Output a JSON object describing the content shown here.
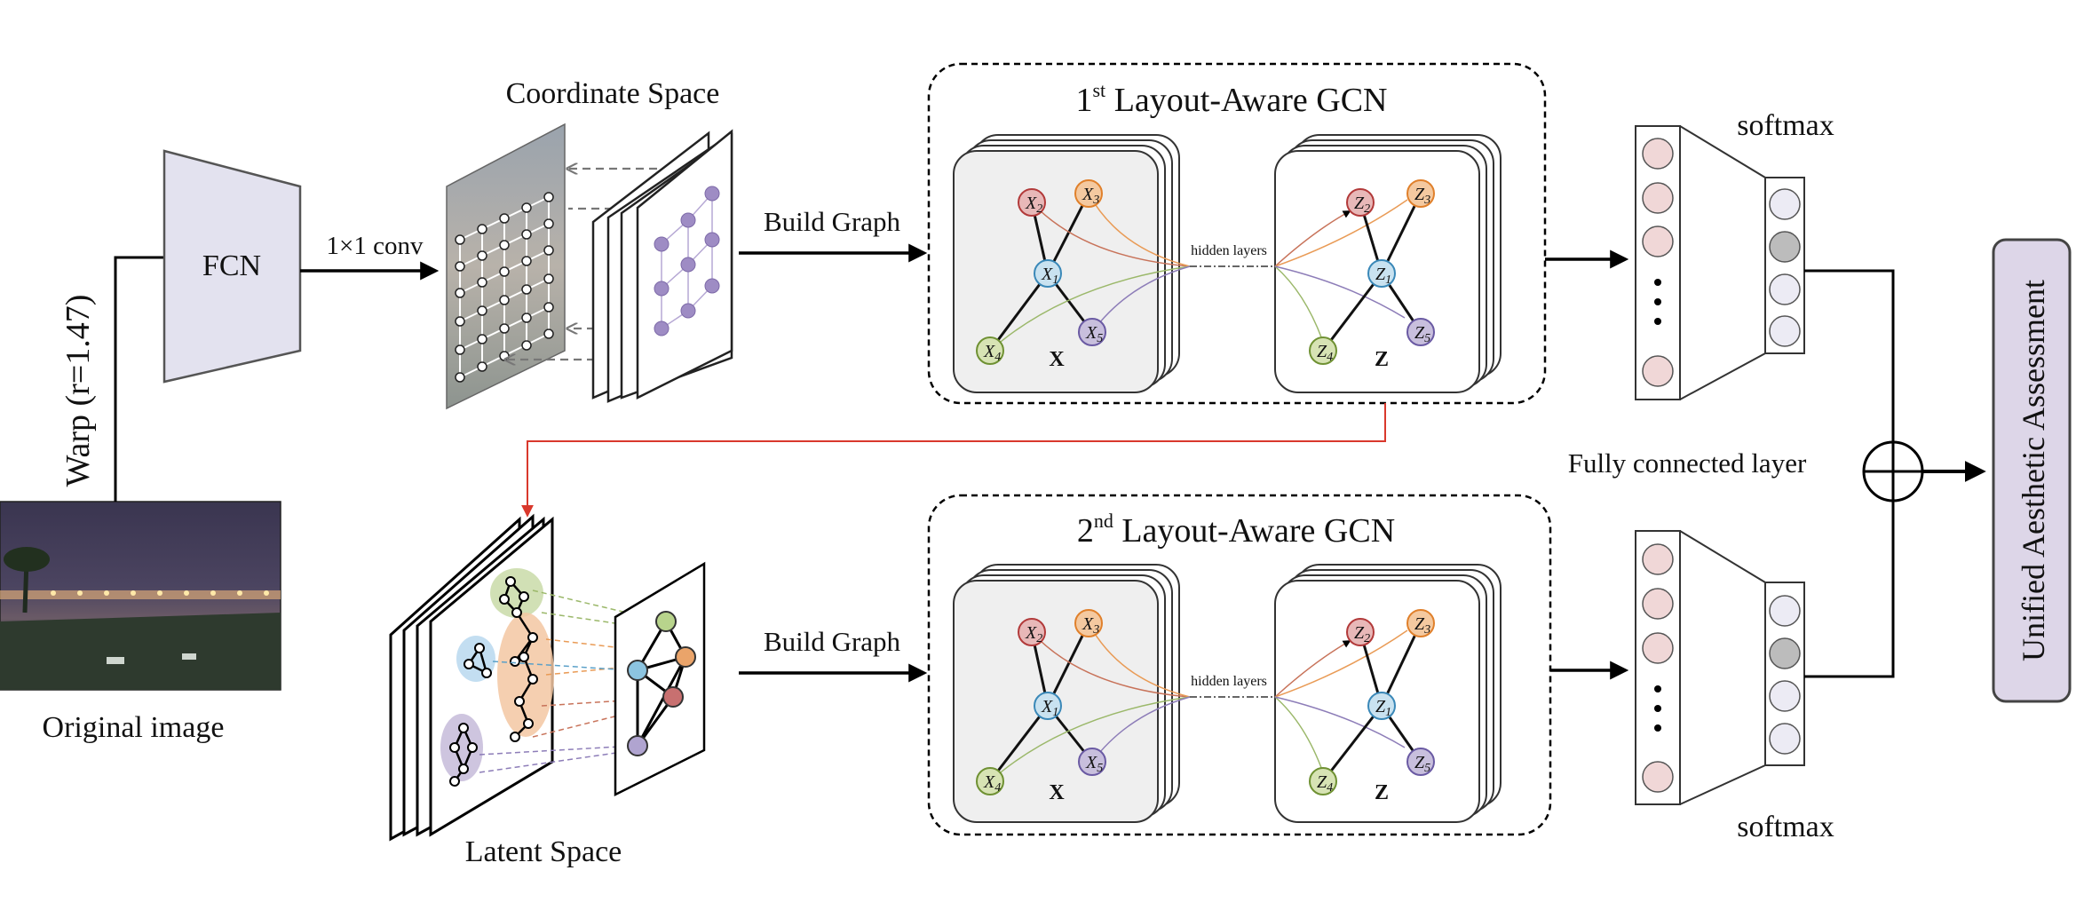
{
  "labels": {
    "original_image": "Original image",
    "warp": "Warp (r=1.47)",
    "fcn": "FCN",
    "conv": "1×1 conv",
    "coordinate_space": "Coordinate Space",
    "latent_space": "Latent Space",
    "build_graph_top": "Build Graph",
    "build_graph_bottom": "Build Graph",
    "gcn1_num": "1",
    "gcn1_sup": "st",
    "gcn1_rest": " Layout-Aware GCN",
    "gcn2_num": "2",
    "gcn2_sup": "nd",
    "gcn2_rest": " Layout-Aware GCN",
    "hidden_layers_top": "hidden layers",
    "hidden_layers_bottom": "hidden layers",
    "softmax_top": "softmax",
    "softmax_bottom": "softmax",
    "fully_connected": "Fully connected layer",
    "output": "Unified Aesthetic Assessment",
    "X": "X",
    "Z": "Z",
    "x_nodes": [
      "X",
      "X",
      "X",
      "X",
      "X"
    ],
    "x_subs": [
      "2",
      "3",
      "1",
      "4",
      "5"
    ],
    "z_nodes": [
      "Z",
      "Z",
      "Z",
      "Z",
      "Z"
    ],
    "z_subs": [
      "2",
      "3",
      "1",
      "4",
      "5"
    ]
  },
  "colors": {
    "fcn_fill": "#e3e2ef",
    "gcn_panel": "#efefef",
    "node_red": "#e8b8b8",
    "node_orange": "#f4c9a0",
    "node_blue": "#c9e2f0",
    "node_green": "#d7e3b4",
    "node_purple": "#c8bfdd",
    "red_arrow": "#d9382c",
    "output_fill": "#ddd6e8"
  }
}
